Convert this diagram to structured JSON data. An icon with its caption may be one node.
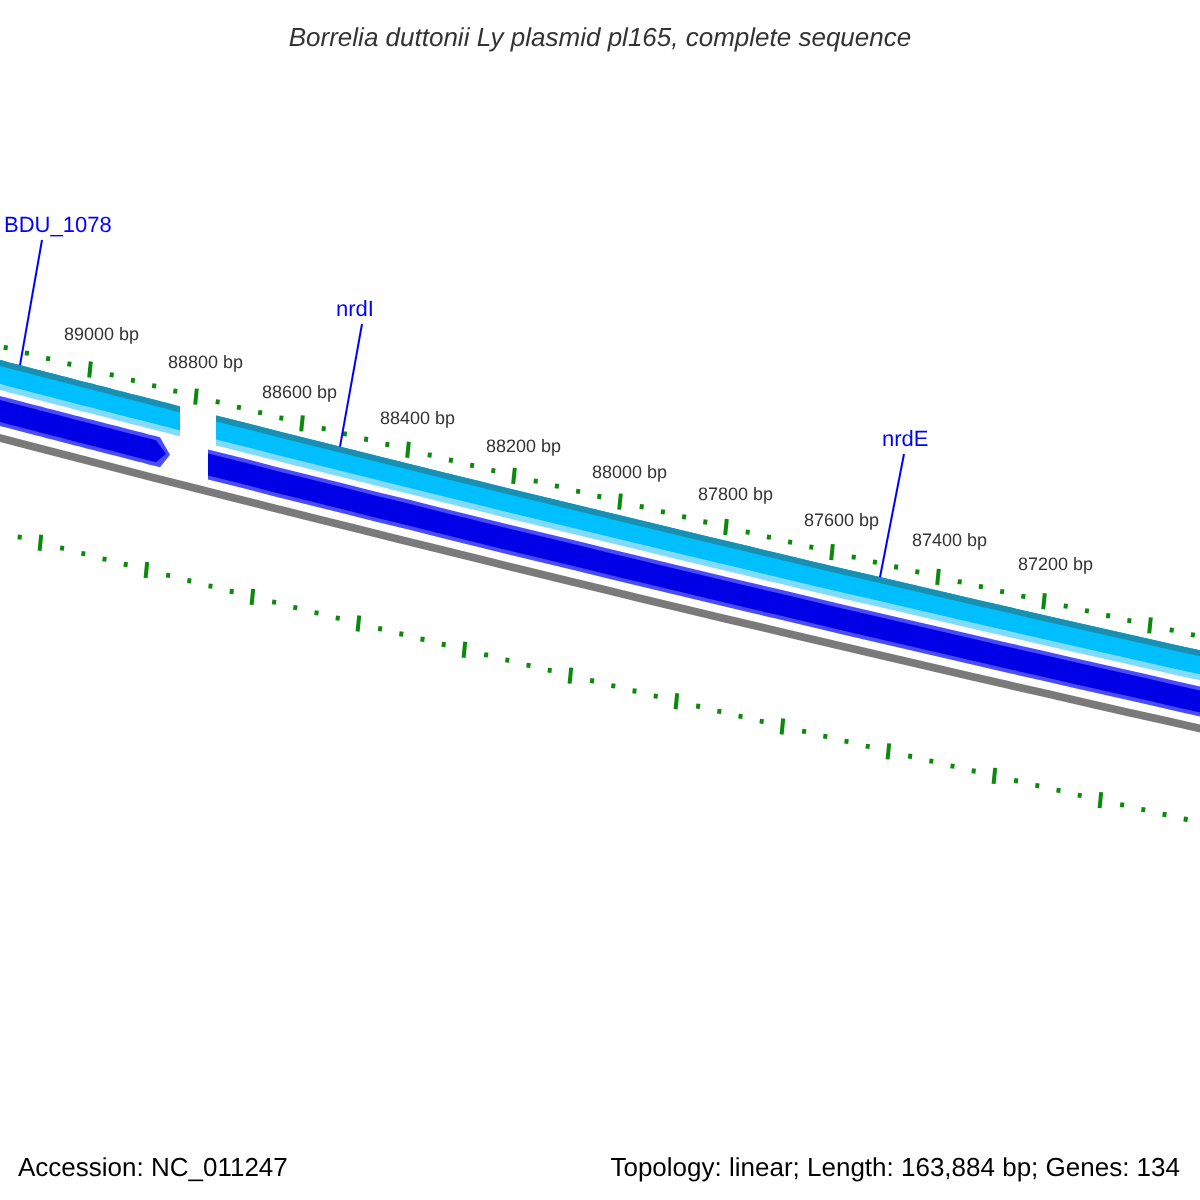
{
  "diagram": {
    "title": "Borrelia duttonii Ly plasmid pl165, complete sequence",
    "nodes": [
      {
        "text": [
          "BDU_1078"
        ]
      },
      {
        "text": [
          "nrdI"
        ]
      },
      {
        "text": [
          "nrdE"
        ]
      },
      {
        "text": [],
        "shape": "bar"
      },
      {
        "text": [],
        "shape": "bar"
      }
    ],
    "edges": [
      {
        "from": 0,
        "to": 3,
        "arrow": "none"
      },
      {
        "from": 1,
        "to": 4,
        "arrow": "none"
      },
      {
        "from": 2,
        "to": 4,
        "arrow": "none"
      }
    ],
    "labels": [
      "89000 bp",
      "88800 bp",
      "88600 bp",
      "88400 bp",
      "88200 bp",
      "88000 bp",
      "87800 bp",
      "87600 bp",
      "87400 bp",
      "87200 bp",
      "Accession: NC_011247",
      "Topology: linear; Length: 163,884 bp; Genes: 134"
    ]
  }
}
